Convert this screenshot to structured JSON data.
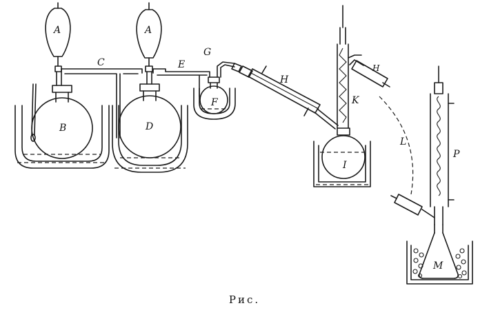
{
  "caption": "Рис.",
  "labels": {
    "A1": "A",
    "A2": "A",
    "B": "B",
    "C": "C",
    "D": "D",
    "E": "E",
    "F": "F",
    "G": "G",
    "H1": "H",
    "H2": "H",
    "I": "I",
    "K": "K",
    "L": "L",
    "M": "M",
    "P": "P"
  }
}
